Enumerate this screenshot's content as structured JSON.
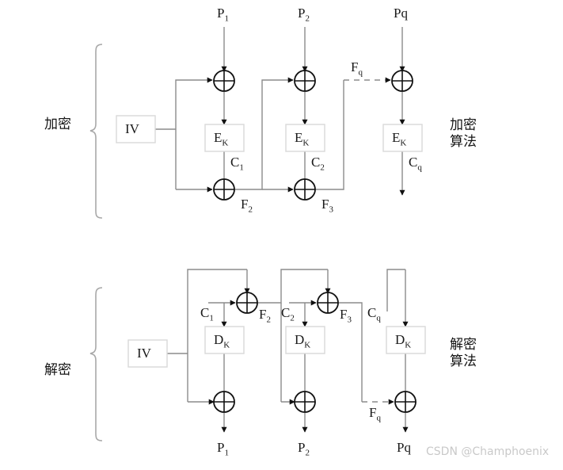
{
  "diagram": {
    "title_encrypt_side": "加密",
    "title_decrypt_side": "解密",
    "right_label_encrypt_line1": "加密",
    "right_label_encrypt_line2": "算法",
    "right_label_decrypt_line1": "解密",
    "right_label_decrypt_line2": "算法",
    "watermark": "CSDN @Champhoenix",
    "colors": {
      "line": "#8c8c8c",
      "glyph": "#111111",
      "box_border": "#d8d8d8",
      "text": "#1a1a1a",
      "watermark": "#c9c9c9",
      "background": "#ffffff"
    },
    "encryption": {
      "section_label": "加密",
      "iv_label": "IV",
      "cipher_box_label": "E",
      "cipher_box_sub": "K",
      "stages": [
        {
          "plaintext_in": "P",
          "plaintext_sub": "1",
          "cipher_out": "C",
          "cipher_out_sub": "1",
          "feedback_out": "F",
          "feedback_out_sub": "2"
        },
        {
          "plaintext_in": "P",
          "plaintext_sub": "2",
          "cipher_out": "C",
          "cipher_out_sub": "2",
          "feedback_out": "F",
          "feedback_out_sub": "3"
        },
        {
          "plaintext_in": "Pq",
          "plaintext_sub": "",
          "cipher_out": "C",
          "cipher_out_sub": "q",
          "feedback_in": "F",
          "feedback_in_sub": "q"
        }
      ]
    },
    "decryption": {
      "section_label": "解密",
      "iv_label": "IV",
      "decipher_box_label": "D",
      "decipher_box_sub": "K",
      "stages": [
        {
          "cipher_in": "C",
          "cipher_in_sub": "1",
          "feedback_out": "F",
          "feedback_out_sub": "2",
          "plaintext_out": "P",
          "plaintext_out_sub": "1"
        },
        {
          "cipher_in": "C",
          "cipher_in_sub": "2",
          "feedback_out": "F",
          "feedback_out_sub": "3",
          "plaintext_out": "P",
          "plaintext_out_sub": "2"
        },
        {
          "cipher_in": "C",
          "cipher_in_sub": "q",
          "feedback_in": "F",
          "feedback_in_sub": "q",
          "plaintext_out": "Pq",
          "plaintext_out_sub": ""
        }
      ]
    }
  }
}
